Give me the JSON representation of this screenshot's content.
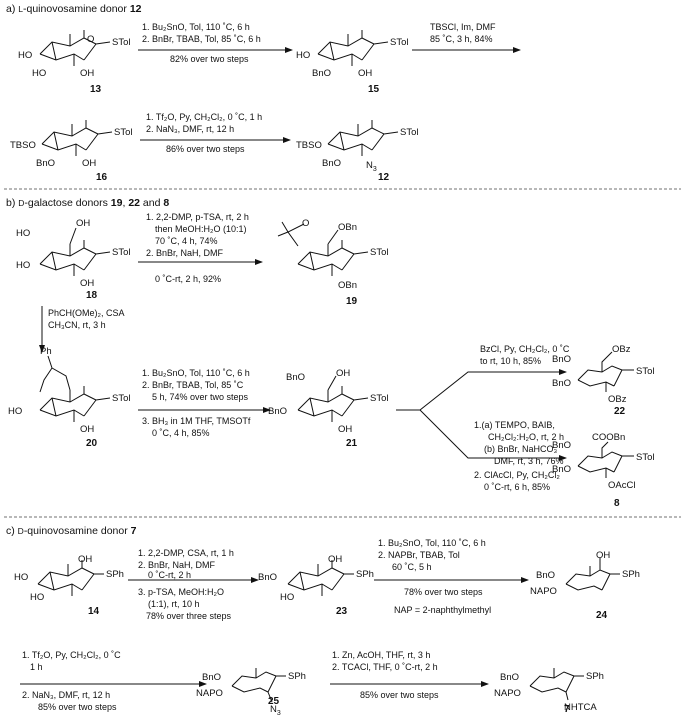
{
  "colors": {
    "text": "#111111",
    "red": "#e8212b",
    "blue": "#2b3be0",
    "purple": "#7b1c6e",
    "magenta": "#e020c8"
  },
  "sections": [
    {
      "prefix": "a) ",
      "smallcaps": "L",
      "rest": "-quinovosamine donor ",
      "num": "12"
    },
    {
      "prefix": "b) ",
      "smallcaps": "D",
      "rest": "-galactose donors ",
      "num": "19",
      "sep1": ", ",
      "num2": "22",
      "sep2": " and ",
      "num3": "8"
    },
    {
      "prefix": "c) ",
      "smallcaps": "D",
      "rest": "-quinovosamine donor ",
      "num": "7"
    }
  ],
  "compounds": {
    "c13": "13",
    "c15": "15",
    "c16": "16",
    "c12": "12",
    "c18": "18",
    "c19": "19",
    "c20": "20",
    "c21": "21",
    "c22": "22",
    "c8": "8",
    "c14": "14",
    "c23": "23",
    "c24": "24",
    "c25": "25",
    "c7": "7"
  },
  "groups": {
    "STol": "STol",
    "SPh": "SPh",
    "HO": "HO",
    "OH": "OH",
    "BnO": "BnO",
    "TBSO": "TBSO",
    "N3": "N",
    "N3sub": "3",
    "OBn": "OBn",
    "OBz": "OBz",
    "COOBn": "COOBn",
    "OAcCl": "OAcCl",
    "NAPO": "NAPO",
    "NHTCA": "NHTCA",
    "Ph": "Ph",
    "O": "O",
    "TBS": "TBS"
  },
  "conditions": {
    "a1": [
      "1. Bu₂SnO, Tol, 110 ˚C, 6 h",
      "2. BnBr, TBAB, Tol, 85 ˚C, 6 h"
    ],
    "a1_below": "82% over two steps",
    "a2": [
      "TBSCl, Im, DMF",
      "85 ˚C, 3 h, 84%"
    ],
    "a3": [
      "1. Tf₂O, Py, CH₂Cl₂, 0 ˚C, 1 h",
      "2. NaN₃, DMF, rt, 12 h"
    ],
    "a3_below": "86% over two steps",
    "b1": [
      "1. 2,2-DMP, p-TSA, rt, 2 h",
      "then MeOH:H₂O (10:1)",
      "70 ˚C, 4 h, 74%",
      "2. BnBr, NaH, DMF"
    ],
    "b1_below": "0 ˚C-rt, 2 h, 92%",
    "b2": [
      "PhCH(OMe)₂, CSA",
      "CH₃CN, rt, 3 h"
    ],
    "b3": [
      "1. Bu₂SnO, Tol, 110 ˚C, 6 h",
      "2. BnBr, TBAB, Tol, 85 ˚C",
      "5 h, 74% over two steps"
    ],
    "b3_below": [
      "3. BH₃ in 1M THF, TMSOTf",
      "0 ˚C, 4 h, 85%"
    ],
    "b4": [
      "BzCl, Py, CH₂Cl₂, 0 ˚C",
      "to rt, 10 h,  85%"
    ],
    "b5": [
      "1.(a) TEMPO, BAIB,",
      "CH₂Cl₂:H₂O, rt, 2 h",
      "(b) BnBr, NaHCO₃",
      "DMF, rt, 3 h, 76%"
    ],
    "b5_below": [
      "2. ClAcCl, Py, CH₂Cl₂",
      "0 ˚C-rt, 6 h, 85%"
    ],
    "c1": [
      "1. 2,2-DMP, CSA, rt, 1 h",
      "2. BnBr, NaH, DMF",
      "0 ˚C-rt, 2 h"
    ],
    "c1_below": [
      "3. p-TSA, MeOH:H₂O",
      "(1:1), rt, 10 h",
      "78% over three steps"
    ],
    "c2": [
      "1. Bu₂SnO, Tol, 110 ˚C, 6 h",
      "2. NAPBr, TBAB, Tol",
      "60 ˚C, 5 h"
    ],
    "c2_below": "78% over two steps",
    "nap_note": "NAP = 2-naphthylmethyl",
    "c3": [
      "1. Tf₂O, Py, CH₂Cl₂, 0 ˚C",
      "1 h"
    ],
    "c3_below": [
      "2. NaN₃, DMF, rt, 12 h",
      "85% over two steps"
    ],
    "c4": [
      "1. Zn, AcOH, THF, rt, 3 h",
      "2. TCACl, THF,  0 ˚C-rt, 2 h"
    ],
    "c4_below": "85% over two steps"
  }
}
